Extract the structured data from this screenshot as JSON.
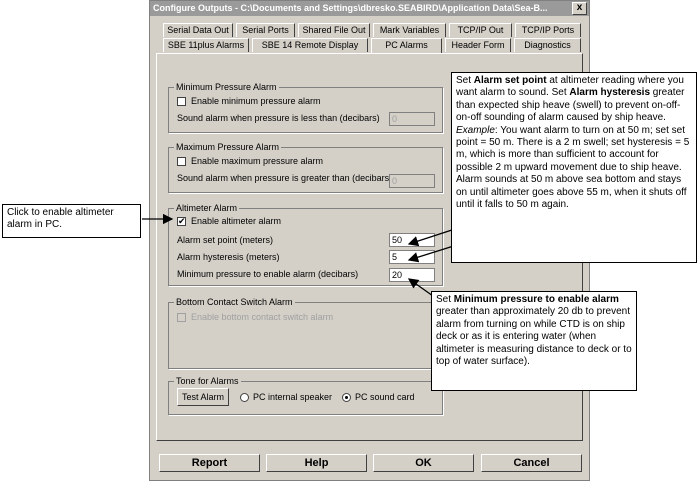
{
  "window": {
    "title": "Configure Outputs - C:\\Documents and Settings\\dbresko.SEABIRD\\Application Data\\Sea-B...",
    "close_label": "x"
  },
  "tabs_row1": [
    "Serial Data Out",
    "Serial Ports",
    "Shared File Out",
    "Mark Variables",
    "TCP/IP Out",
    "TCP/IP Ports"
  ],
  "tabs_row2": [
    "SBE 11plus Alarms",
    "SBE 14 Remote Display",
    "PC Alarms",
    "Header Form",
    "Diagnostics"
  ],
  "min_pressure": {
    "title": "Minimum Pressure Alarm",
    "enable_label": "Enable minimum pressure alarm",
    "threshold_label": "Sound alarm when pressure is less than (decibars)",
    "threshold_value": "0"
  },
  "max_pressure": {
    "title": "Maximum Pressure Alarm",
    "enable_label": "Enable maximum pressure alarm",
    "threshold_label": "Sound alarm when pressure is greater than (decibars)",
    "threshold_value": "0"
  },
  "altimeter": {
    "title": "Altimeter Alarm",
    "enable_label": "Enable altimeter alarm",
    "enable_mark": "✔",
    "set_point_label": "Alarm set point (meters)",
    "set_point_value": "50",
    "hysteresis_label": "Alarm hysteresis (meters)",
    "hysteresis_value": "5",
    "min_pressure_label": "Minimum pressure to enable alarm (decibars)",
    "min_pressure_value": "20"
  },
  "bottom_contact": {
    "title": "Bottom Contact Switch Alarm",
    "enable_label": "Enable bottom contact switch alarm"
  },
  "tone": {
    "title": "Tone for Alarms",
    "test_button": "Test Alarm",
    "option_internal": "PC internal speaker",
    "option_sound_card": "PC sound card"
  },
  "buttons": {
    "report": "Report",
    "help": "Help",
    "ok": "OK",
    "cancel": "Cancel"
  },
  "callouts": {
    "left": "Click to enable altimeter alarm in PC.",
    "set_point": {
      "p1": "Set ",
      "b1": "Alarm set point",
      "p2": " at altimeter reading where you want alarm to sound. Set ",
      "b2": "Alarm hysteresis",
      "p3": " greater than expected ship heave (swell) to prevent on-off-on-off sounding of alarm caused by ship heave. ",
      "i1": "Example",
      "p4": ": You want alarm to turn on at 50 m; set set point = 50 m. There is a 2 m swell; set hysteresis = 5 m, which is more than sufficient to account for possible 2 m upward movement due to ship heave. Alarm sounds at 50 m above sea bottom and stays on until altimeter goes above 55 m, when it shuts off until it falls to 50 m again."
    },
    "min_pressure": {
      "p1": "Set ",
      "b1": "Minimum pressure to enable alarm",
      "p2": " greater than approximately 20 db to prevent alarm from turning on while CTD is on ship deck or as it is entering water (when altimeter is measuring distance to deck or to top of water surface)."
    }
  }
}
